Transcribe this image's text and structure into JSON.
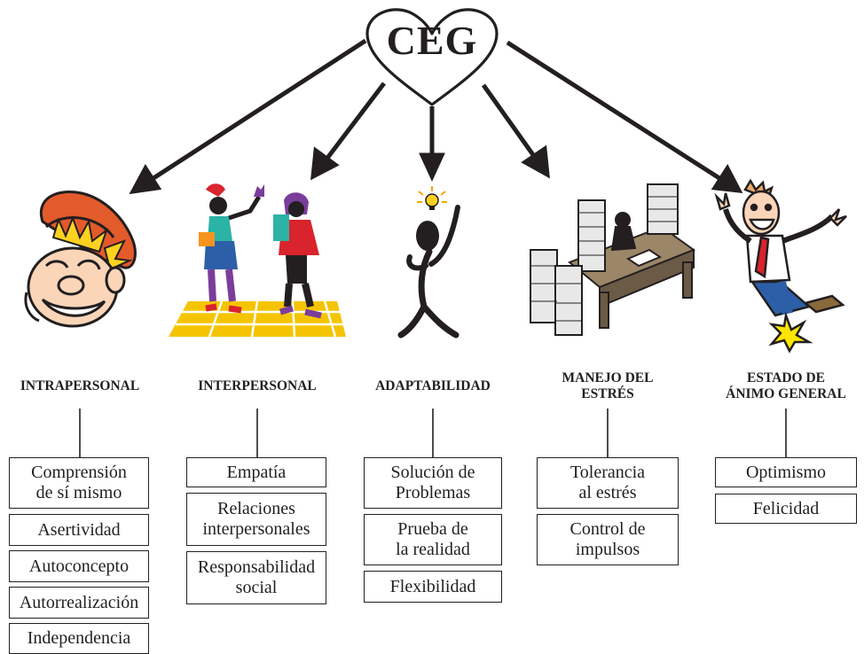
{
  "center": {
    "label": "CEG"
  },
  "categories": [
    {
      "title": "INTRAPERSONAL",
      "icon": "smiling-boy-cap-illustration",
      "items": [
        "Comprensión\nde sí mismo",
        "Asertividad",
        "Autoconcepto",
        "Autorrealización",
        "Independencia"
      ]
    },
    {
      "title": "INTERPERSONAL",
      "icon": "two-people-greeting-illustration",
      "items": [
        "Empatía",
        "Relaciones\ninterpersonales",
        "Responsabilidad\nsocial"
      ]
    },
    {
      "title": "ADAPTABILIDAD",
      "icon": "lightbulb-idea-figure-illustration",
      "items": [
        "Solución de\nProblemas",
        "Prueba de\nla realidad",
        "Flexibilidad"
      ]
    },
    {
      "title": "MANEJO DEL\nESTRÉS",
      "icon": "paper-stacks-desk-illustration",
      "items": [
        "Tolerancia\nal estrés",
        "Control de\nimpulsos"
      ]
    },
    {
      "title": "ESTADO DE\nÁNIMO GENERAL",
      "icon": "jumping-happy-man-illustration",
      "items": [
        "Optimismo",
        "Felicidad"
      ]
    }
  ],
  "colors": {
    "ink": "#231f20",
    "cap": "#e35a2b",
    "hair": "#ffd21f",
    "floor": "#f5c400",
    "teal": "#2bb3a6",
    "purple": "#7a3d9a",
    "blue": "#2d5fa8",
    "red": "#d9232d"
  }
}
